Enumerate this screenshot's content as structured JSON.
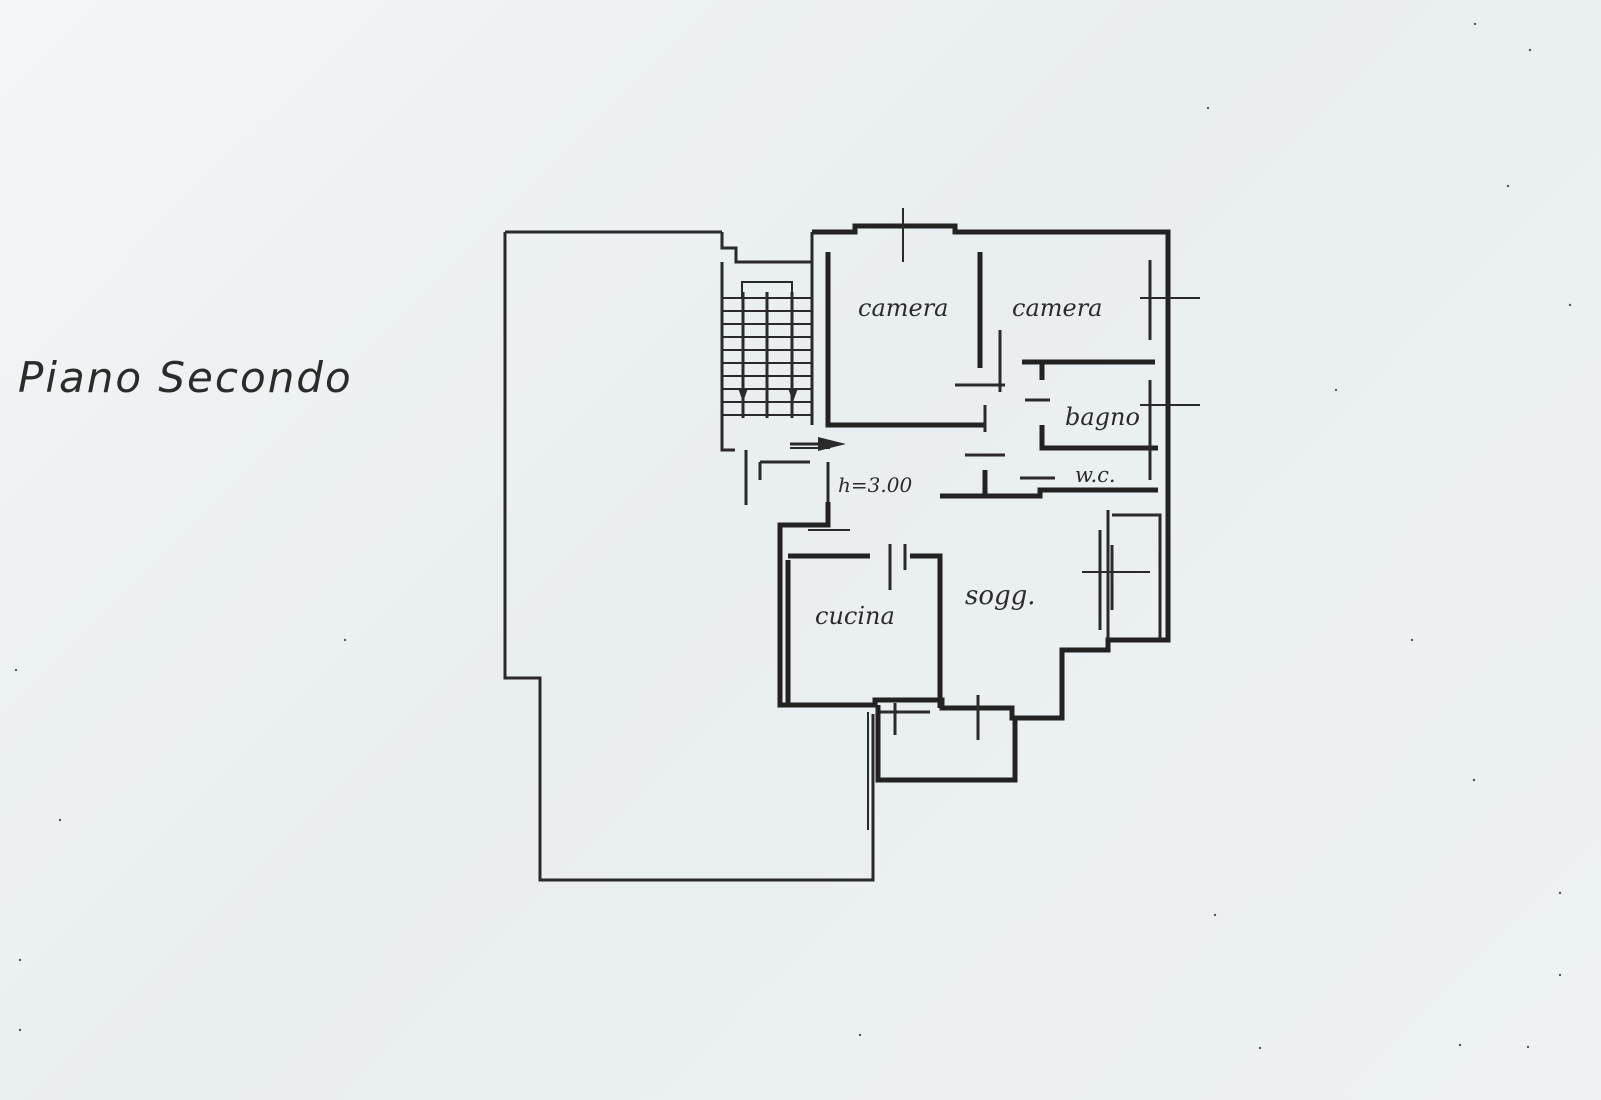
{
  "title": "Piano Secondo",
  "rooms": {
    "camera_left": "camera",
    "camera_right": "camera",
    "bagno": "bagno",
    "wc": "w.c.",
    "height": "h=3.00",
    "cucina": "cucina",
    "soggiorno": "sogg."
  }
}
